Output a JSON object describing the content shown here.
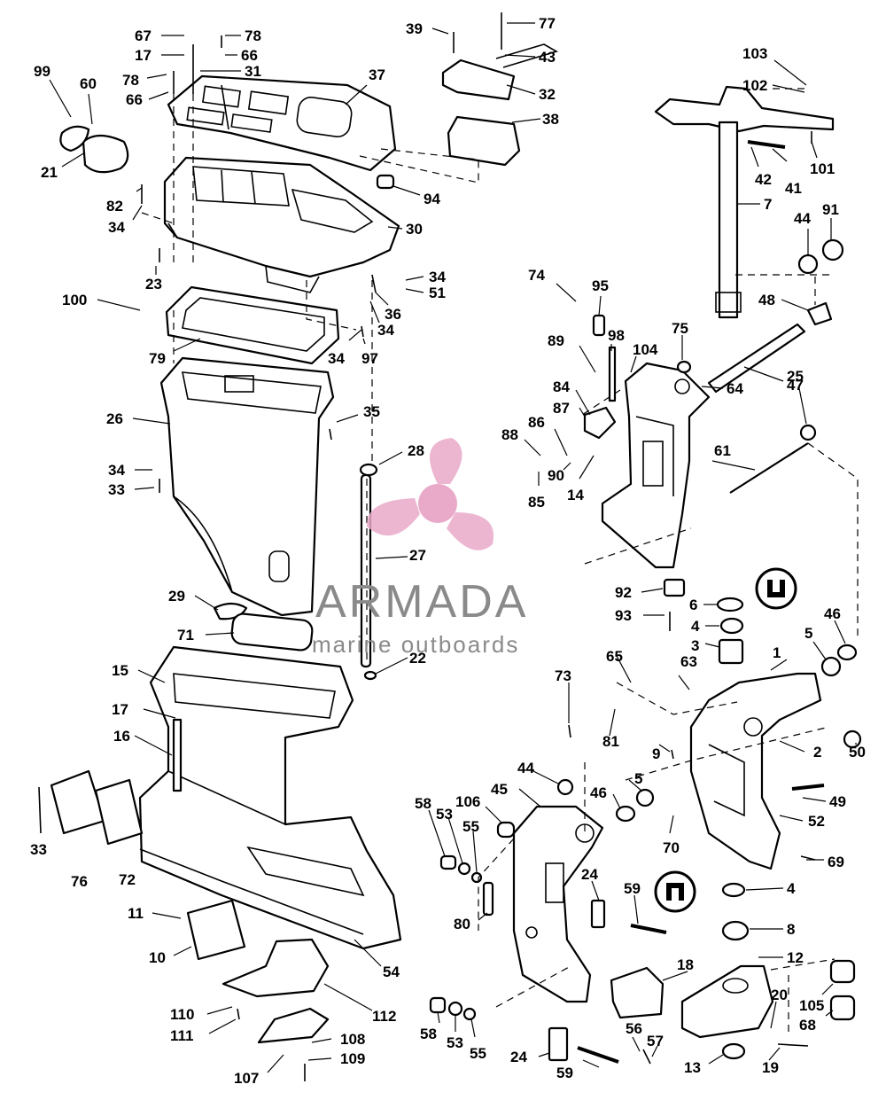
{
  "watermark": {
    "brand": "ARMADA",
    "tagline": "marine outboards",
    "logo_color": "#e9a9c9",
    "text_color": "#8a8a8a"
  },
  "callouts": [
    {
      "id": "c67",
      "label": "67"
    },
    {
      "id": "c78a",
      "label": "78"
    },
    {
      "id": "c17a",
      "label": "17"
    },
    {
      "id": "c66a",
      "label": "66"
    },
    {
      "id": "c78b",
      "label": "78"
    },
    {
      "id": "c31",
      "label": "31"
    },
    {
      "id": "c66b",
      "label": "66"
    },
    {
      "id": "c37",
      "label": "37"
    },
    {
      "id": "c99",
      "label": "99"
    },
    {
      "id": "c60",
      "label": "60"
    },
    {
      "id": "c21",
      "label": "21"
    },
    {
      "id": "c39",
      "label": "39"
    },
    {
      "id": "c77",
      "label": "77"
    },
    {
      "id": "c43",
      "label": "43"
    },
    {
      "id": "c32",
      "label": "32"
    },
    {
      "id": "c38",
      "label": "38"
    },
    {
      "id": "c103",
      "label": "103"
    },
    {
      "id": "c102",
      "label": "102"
    },
    {
      "id": "c101",
      "label": "101"
    },
    {
      "id": "c42",
      "label": "42"
    },
    {
      "id": "c41",
      "label": "41"
    },
    {
      "id": "c7",
      "label": "7"
    },
    {
      "id": "c44a",
      "label": "44"
    },
    {
      "id": "c91",
      "label": "91"
    },
    {
      "id": "c48",
      "label": "48"
    },
    {
      "id": "c82",
      "label": "82"
    },
    {
      "id": "c34a",
      "label": "34"
    },
    {
      "id": "c94",
      "label": "94"
    },
    {
      "id": "c30",
      "label": "30"
    },
    {
      "id": "c23",
      "label": "23"
    },
    {
      "id": "c34b",
      "label": "34"
    },
    {
      "id": "c51",
      "label": "51"
    },
    {
      "id": "c36",
      "label": "36"
    },
    {
      "id": "c34c",
      "label": "34"
    },
    {
      "id": "c100",
      "label": "100"
    },
    {
      "id": "c79",
      "label": "79"
    },
    {
      "id": "c34d",
      "label": "34"
    },
    {
      "id": "c97",
      "label": "97"
    },
    {
      "id": "c74",
      "label": "74"
    },
    {
      "id": "c95",
      "label": "95"
    },
    {
      "id": "c89",
      "label": "89"
    },
    {
      "id": "c98",
      "label": "98"
    },
    {
      "id": "c104",
      "label": "104"
    },
    {
      "id": "c75",
      "label": "75"
    },
    {
      "id": "c47",
      "label": "47"
    },
    {
      "id": "c84",
      "label": "84"
    },
    {
      "id": "c87",
      "label": "87"
    },
    {
      "id": "c64",
      "label": "64"
    },
    {
      "id": "c25",
      "label": "25"
    },
    {
      "id": "c26",
      "label": "26"
    },
    {
      "id": "c35",
      "label": "35"
    },
    {
      "id": "c88",
      "label": "88"
    },
    {
      "id": "c86",
      "label": "86"
    },
    {
      "id": "c90",
      "label": "90"
    },
    {
      "id": "c14",
      "label": "14"
    },
    {
      "id": "c85",
      "label": "85"
    },
    {
      "id": "c61",
      "label": "61"
    },
    {
      "id": "c34e",
      "label": "34"
    },
    {
      "id": "c33a",
      "label": "33"
    },
    {
      "id": "c28",
      "label": "28"
    },
    {
      "id": "c27",
      "label": "27"
    },
    {
      "id": "c92",
      "label": "92"
    },
    {
      "id": "c6",
      "label": "6"
    },
    {
      "id": "c93",
      "label": "93"
    },
    {
      "id": "c4a",
      "label": "4"
    },
    {
      "id": "c46a",
      "label": "46"
    },
    {
      "id": "c3",
      "label": "3"
    },
    {
      "id": "c5a",
      "label": "5"
    },
    {
      "id": "c29",
      "label": "29"
    },
    {
      "id": "c71",
      "label": "71"
    },
    {
      "id": "c22",
      "label": "22"
    },
    {
      "id": "c65",
      "label": "65"
    },
    {
      "id": "c1",
      "label": "1"
    },
    {
      "id": "c15",
      "label": "15"
    },
    {
      "id": "c73",
      "label": "73"
    },
    {
      "id": "c63",
      "label": "63"
    },
    {
      "id": "c17b",
      "label": "17"
    },
    {
      "id": "c81",
      "label": "81"
    },
    {
      "id": "c9",
      "label": "9"
    },
    {
      "id": "c2",
      "label": "2"
    },
    {
      "id": "c50",
      "label": "50"
    },
    {
      "id": "c16",
      "label": "16"
    },
    {
      "id": "c44b",
      "label": "44"
    },
    {
      "id": "c45",
      "label": "45"
    },
    {
      "id": "c46b",
      "label": "46"
    },
    {
      "id": "c5b",
      "label": "5"
    },
    {
      "id": "c49",
      "label": "49"
    },
    {
      "id": "c58a",
      "label": "58"
    },
    {
      "id": "c53a",
      "label": "53"
    },
    {
      "id": "c106",
      "label": "106"
    },
    {
      "id": "c55a",
      "label": "55"
    },
    {
      "id": "c52",
      "label": "52"
    },
    {
      "id": "c33b",
      "label": "33"
    },
    {
      "id": "c76",
      "label": "76"
    },
    {
      "id": "c72",
      "label": "72"
    },
    {
      "id": "c70",
      "label": "70"
    },
    {
      "id": "c69",
      "label": "69"
    },
    {
      "id": "c24a",
      "label": "24"
    },
    {
      "id": "c80",
      "label": "80"
    },
    {
      "id": "c59a",
      "label": "59"
    },
    {
      "id": "c4b",
      "label": "4"
    },
    {
      "id": "c11",
      "label": "11"
    },
    {
      "id": "c8",
      "label": "8"
    },
    {
      "id": "c10",
      "label": "10"
    },
    {
      "id": "c54",
      "label": "54"
    },
    {
      "id": "c18",
      "label": "18"
    },
    {
      "id": "c12",
      "label": "12"
    },
    {
      "id": "c110",
      "label": "110"
    },
    {
      "id": "c112",
      "label": "112"
    },
    {
      "id": "c111",
      "label": "111"
    },
    {
      "id": "c20",
      "label": "20"
    },
    {
      "id": "c105",
      "label": "105"
    },
    {
      "id": "c68",
      "label": "68"
    },
    {
      "id": "c58b",
      "label": "58"
    },
    {
      "id": "c53b",
      "label": "53"
    },
    {
      "id": "c55b",
      "label": "55"
    },
    {
      "id": "c56",
      "label": "56"
    },
    {
      "id": "c57",
      "label": "57"
    },
    {
      "id": "c108",
      "label": "108"
    },
    {
      "id": "c109",
      "label": "109"
    },
    {
      "id": "c24b",
      "label": "24"
    },
    {
      "id": "c59b",
      "label": "59"
    },
    {
      "id": "c13",
      "label": "13"
    },
    {
      "id": "c19",
      "label": "19"
    },
    {
      "id": "c107",
      "label": "107"
    }
  ]
}
